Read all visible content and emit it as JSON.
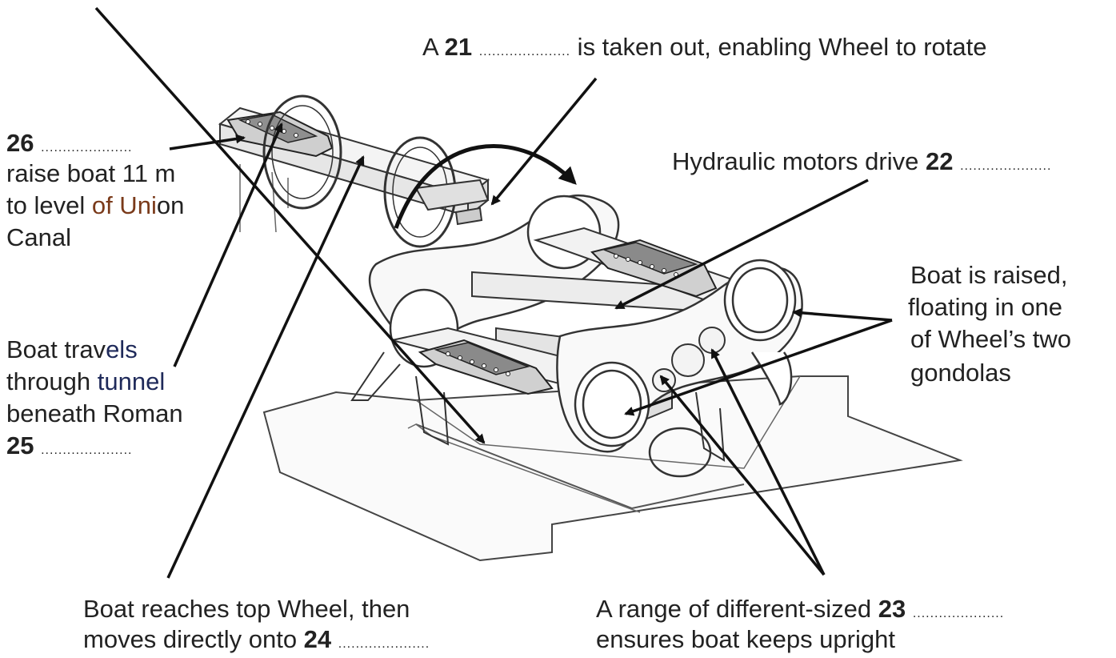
{
  "labels": {
    "q21": {
      "pre": "A ",
      "num": "21",
      "gap": ".....................",
      "post": " is taken out, enabling Wheel to rotate"
    },
    "q22": {
      "pre": "Hydraulic motors drive ",
      "num": "22",
      "gap": "....................."
    },
    "q23": {
      "line1_pre": "A range of different-sized ",
      "num": "23",
      "gap": ".....................",
      "line2": "ensures boat keeps upright"
    },
    "q24": {
      "line1": "Boat reaches top Wheel, then",
      "line2_pre": "moves directly onto ",
      "num": "24",
      "gap": "....................."
    },
    "q25": {
      "line1_a": "Boat trav",
      "line1_b": "els",
      "line2_a": "through ",
      "line2_b": "tunnel",
      "line3": "beneath Roman",
      "num": "25",
      "gap": "....................."
    },
    "q26": {
      "num": "26",
      "gap": ".....................",
      "line2": "raise boat 11 m",
      "line3_a": "to level ",
      "line3_b": "of Uni",
      "line3_c": "on",
      "line4": "Canal"
    },
    "gondola": {
      "line1": "Boat is raised,",
      "line2": "floating in one",
      "line3": "of Wheel’s two",
      "line4": "gondolas"
    }
  },
  "colors": {
    "text": "#222222",
    "line": "#111111",
    "drawing": "#333333",
    "accent_rust": "#7a3a1a",
    "accent_navy": "#1f2a5a"
  }
}
